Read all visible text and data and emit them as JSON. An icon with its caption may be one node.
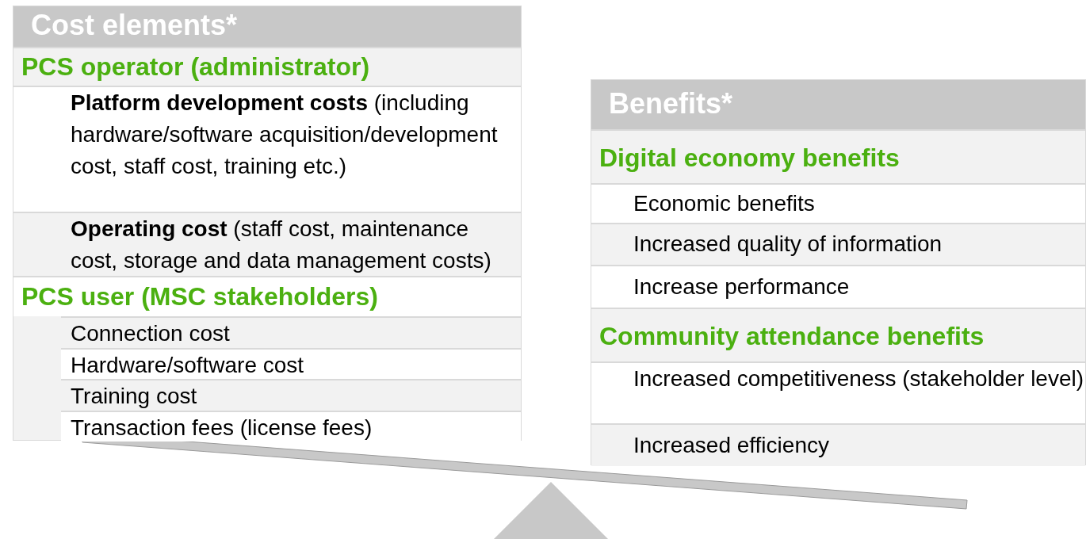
{
  "diagram": {
    "nodes": [
      {
        "text": [
          "Cost elements*"
        ]
      },
      {
        "text": [
          "PCS operator (administrator)"
        ],
        "in": 0
      },
      {
        "text": [
          "**Platform development costs** (including hardware/software acquisition/development cost, staff cost, training etc.)"
        ],
        "in": 0
      },
      {
        "text": [
          "**Operating cost** (staff cost, maintenance cost, storage and data management costs)"
        ],
        "in": 0
      },
      {
        "text": [
          "PCS user (MSC stakeholders)"
        ],
        "in": 0
      },
      {
        "text": [
          "Connection cost"
        ],
        "in": 0
      },
      {
        "text": [
          "Hardware/software cost"
        ],
        "in": 0
      },
      {
        "text": [
          "Training cost"
        ],
        "in": 0
      },
      {
        "text": [
          "Transaction fees (license fees)"
        ],
        "in": 0
      },
      {
        "text": [
          "Benefits*"
        ]
      },
      {
        "text": [
          "Digital economy benefits"
        ],
        "in": 9
      },
      {
        "text": [
          "Economic benefits"
        ],
        "in": 9
      },
      {
        "text": [
          "Increased quality of information"
        ],
        "in": 9
      },
      {
        "text": [
          "Increase performance"
        ],
        "in": 9
      },
      {
        "text": [
          "Community attendance benefits"
        ],
        "in": 9
      },
      {
        "text": [
          "Increased competitiveness (stakeholder level)"
        ],
        "in": 9
      },
      {
        "text": [
          "Increased efficiency"
        ],
        "in": 9
      }
    ]
  }
}
